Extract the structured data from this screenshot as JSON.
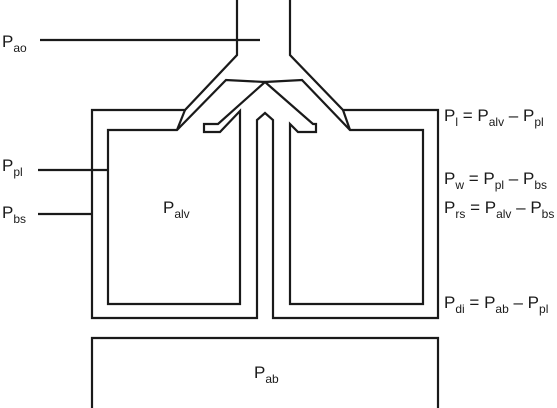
{
  "labels": {
    "p_ao": {
      "main": "P",
      "sub": "ao"
    },
    "p_pl": {
      "main": "P",
      "sub": "pl"
    },
    "p_bs": {
      "main": "P",
      "sub": "bs"
    },
    "p_alv": {
      "main": "P",
      "sub": "alv"
    },
    "p_ab": {
      "main": "P",
      "sub": "ab"
    }
  },
  "equations": [
    {
      "id": "pl",
      "parts": [
        [
          "P",
          "l"
        ],
        " = ",
        [
          "P",
          "alv"
        ],
        " – ",
        [
          "P",
          "pl"
        ]
      ]
    },
    {
      "id": "w",
      "parts": [
        [
          "P",
          "w"
        ],
        " = ",
        [
          "P",
          "pl"
        ],
        " – ",
        [
          "P",
          "bs"
        ]
      ]
    },
    {
      "id": "rs",
      "parts": [
        [
          "P",
          "rs"
        ],
        " = ",
        [
          "P",
          "alv"
        ],
        " – ",
        [
          "P",
          "bs"
        ]
      ]
    },
    {
      "id": "di",
      "parts": [
        [
          "P",
          "di"
        ],
        " = ",
        [
          "P",
          "ab"
        ],
        " – ",
        [
          "P",
          "pl"
        ]
      ]
    }
  ]
}
